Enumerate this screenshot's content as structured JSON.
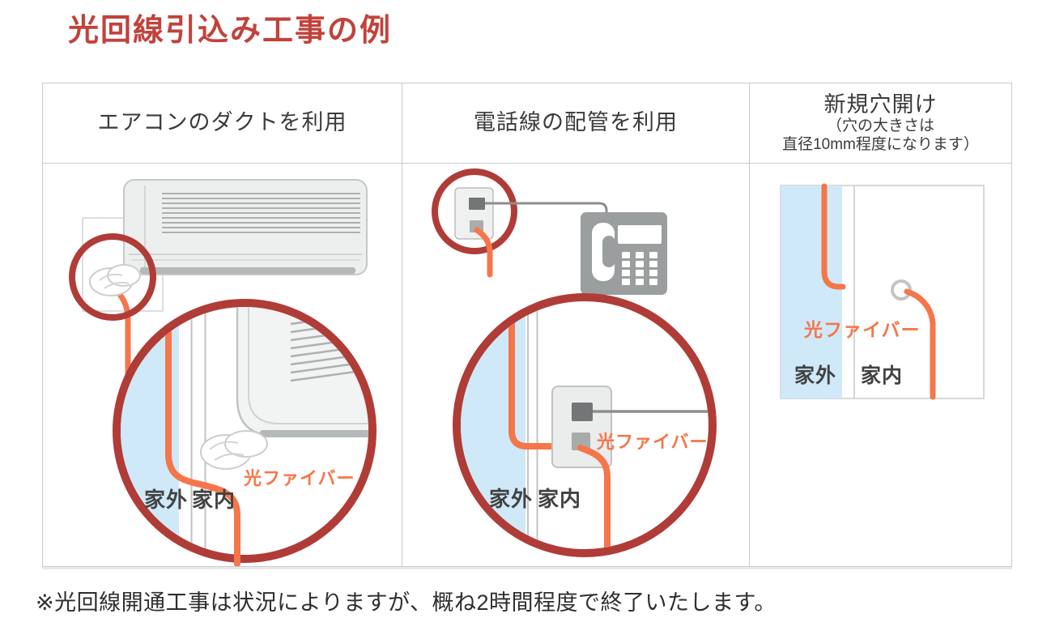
{
  "title": "光回線引込み工事の例",
  "footnote": "※光回線開通工事は状況によりますが、概ね2時間程度で終了いたします。",
  "colors": {
    "title_red": "#c2423c",
    "highlight_red": "#b03c37",
    "fiber_orange": "#f5764a",
    "outside_blue": "#cfe9f8",
    "label_gray": "#424242",
    "header_text": "#3b3b3b",
    "border_gray": "#cbcbcb",
    "device_gray": "#9b9e9e"
  },
  "panels": [
    {
      "id": "aircon-duct",
      "header": "エアコンのダクトを利用",
      "labels": {
        "outside": "家外",
        "inside": "家内",
        "fiber": "光ファイバー"
      }
    },
    {
      "id": "phone-conduit",
      "header": "電話線の配管を利用",
      "labels": {
        "outside": "家外",
        "inside": "家内",
        "fiber": "光ファイバー"
      }
    },
    {
      "id": "new-hole",
      "header": "新規穴開け",
      "header_note_line1": "（穴の大きさは",
      "header_note_line2": "直径10mm程度になります）",
      "labels": {
        "outside": "家外",
        "inside": "家内",
        "fiber": "光ファイバー"
      }
    }
  ]
}
